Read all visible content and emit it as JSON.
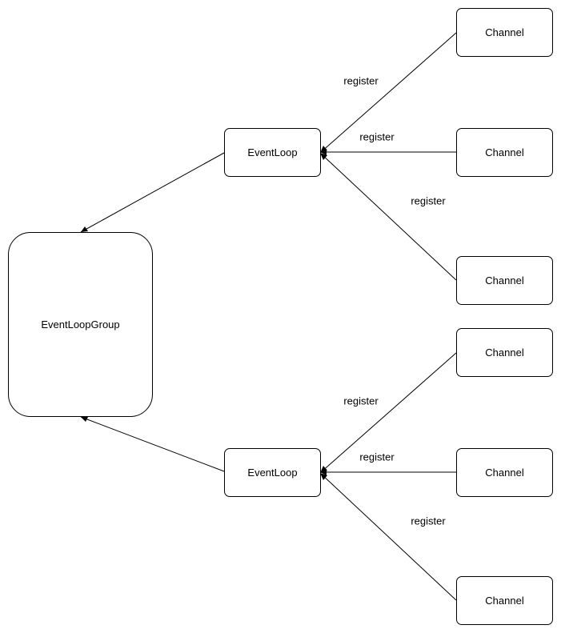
{
  "diagram": {
    "group": {
      "label": "EventLoopGroup"
    },
    "event_loops": [
      {
        "label": "EventLoop"
      },
      {
        "label": "EventLoop"
      }
    ],
    "channels": [
      {
        "label": "Channel"
      },
      {
        "label": "Channel"
      },
      {
        "label": "Channel"
      },
      {
        "label": "Channel"
      },
      {
        "label": "Channel"
      },
      {
        "label": "Channel"
      }
    ],
    "edges": [
      {
        "from": "event_loops.0",
        "to": "group",
        "label": ""
      },
      {
        "from": "event_loops.1",
        "to": "group",
        "label": ""
      },
      {
        "from": "channels.0",
        "to": "event_loops.0",
        "label": "register"
      },
      {
        "from": "channels.1",
        "to": "event_loops.0",
        "label": "register"
      },
      {
        "from": "channels.2",
        "to": "event_loops.0",
        "label": "register"
      },
      {
        "from": "channels.3",
        "to": "event_loops.1",
        "label": "register"
      },
      {
        "from": "channels.4",
        "to": "event_loops.1",
        "label": "register"
      },
      {
        "from": "channels.5",
        "to": "event_loops.1",
        "label": "register"
      }
    ]
  }
}
